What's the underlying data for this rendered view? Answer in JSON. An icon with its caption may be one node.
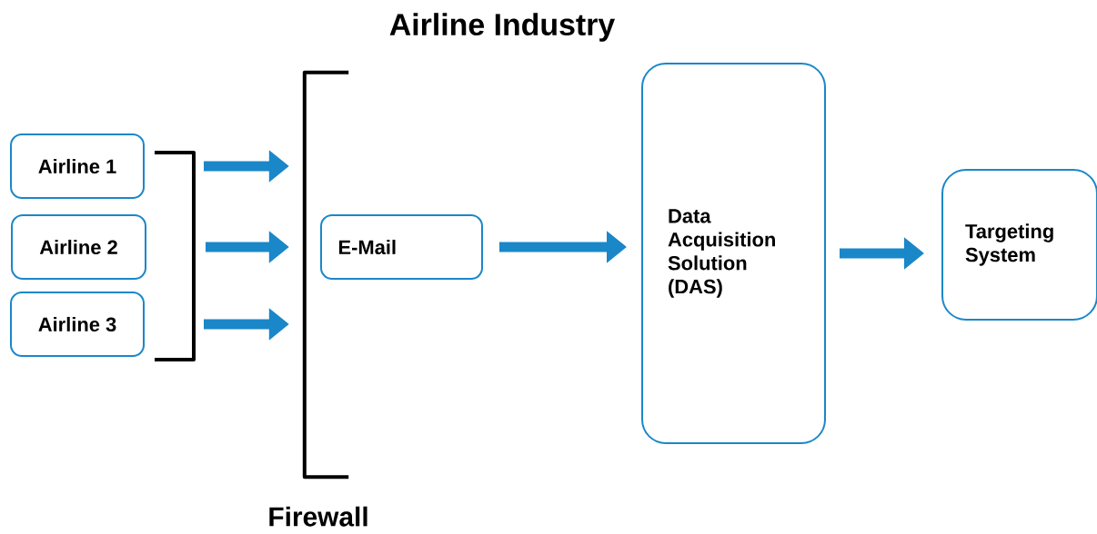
{
  "diagram": {
    "title": "Airline Industry",
    "nodes": [
      {
        "text": [
          "Airline 1"
        ]
      },
      {
        "text": [
          "Airline 2"
        ]
      },
      {
        "text": [
          "Airline 3"
        ]
      },
      {
        "text": [
          "E-Mail"
        ]
      },
      {
        "text": [
          "Data Acquisition Solution (DAS)"
        ]
      },
      {
        "text": [
          "Targeting System"
        ]
      },
      {
        "text": [
          "Firewall"
        ]
      }
    ],
    "edges": [
      {
        "from": 0,
        "to": 6,
        "arrow": "to"
      },
      {
        "from": 1,
        "to": 6,
        "arrow": "to"
      },
      {
        "from": 2,
        "to": 6,
        "arrow": "to"
      },
      {
        "from": 3,
        "to": 4,
        "arrow": "to"
      },
      {
        "from": 4,
        "to": 5,
        "arrow": "to"
      }
    ]
  }
}
